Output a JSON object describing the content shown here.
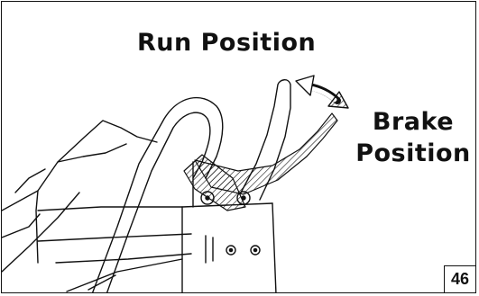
{
  "labels": {
    "run_position": "Run Position",
    "brake_position_line1": "Brake",
    "brake_position_line2": "Position"
  },
  "page_number": "46",
  "colors": {
    "ink": "#111111",
    "background": "#ffffff"
  },
  "icons": {
    "double_arrow": "curved-double-arrow-icon"
  }
}
